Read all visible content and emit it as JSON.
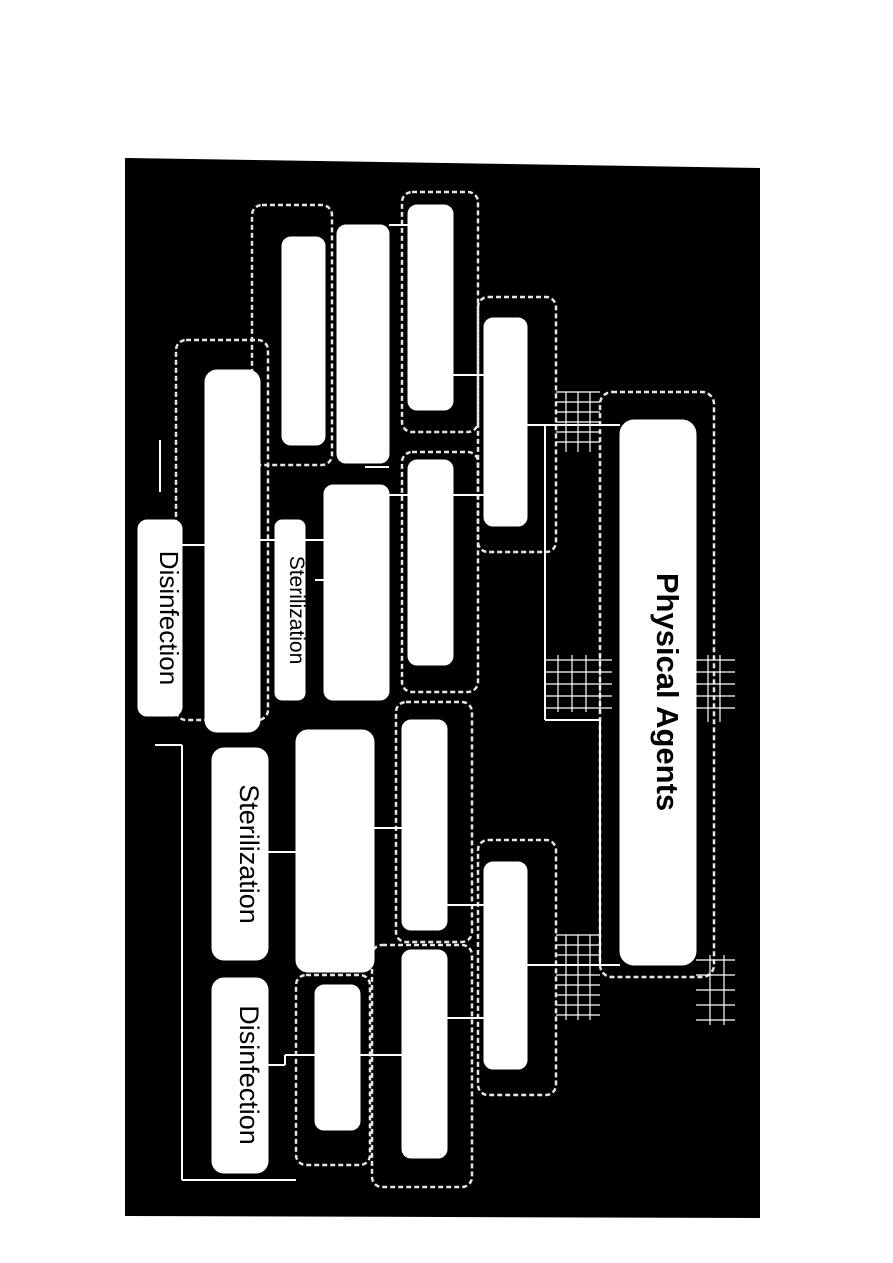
{
  "diagram": {
    "root": {
      "label": "Physical Agents"
    },
    "labels": {
      "disinfection_upper": "Disinfection",
      "sterilization_upper": "Sterilization",
      "sterilization_lower": "Sterilization",
      "disinfection_lower": "Disinfection"
    }
  },
  "colors": {
    "background": "#ffffff",
    "panel": "#000000",
    "box": "#ffffff",
    "text": "#000000"
  }
}
